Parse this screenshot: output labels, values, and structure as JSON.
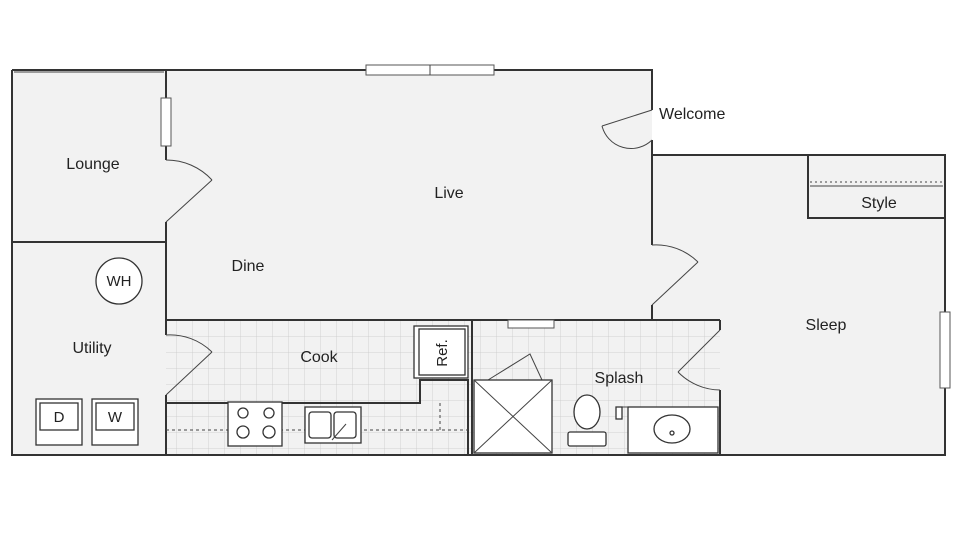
{
  "rooms": {
    "lounge": "Lounge",
    "live": "Live",
    "welcome": "Welcome",
    "dine": "Dine",
    "utility": "Utility",
    "cook": "Cook",
    "splash": "Splash",
    "sleep": "Sleep",
    "style": "Style"
  },
  "fixtures": {
    "water_heater": "WH",
    "dryer": "D",
    "washer": "W",
    "refrigerator": "Ref."
  },
  "colors": {
    "floor": "#f2f2f2",
    "wall": "#333333",
    "tile_grid": "#c9c9c9"
  }
}
